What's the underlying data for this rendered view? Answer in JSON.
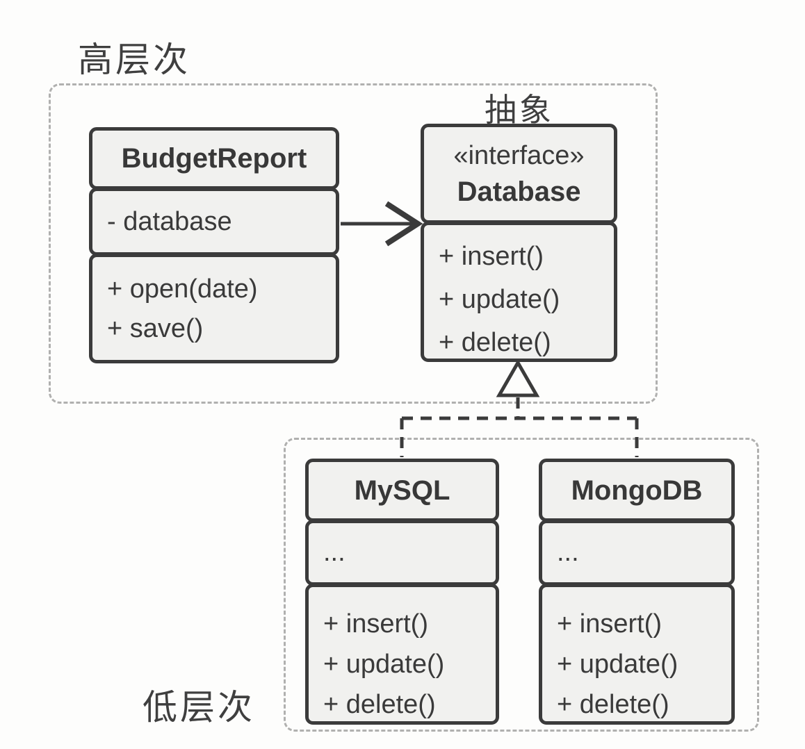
{
  "diagram": {
    "kind": "uml-class-diagram",
    "labels": {
      "high_level": "高层次",
      "abstraction": "抽象",
      "low_level": "低层次"
    },
    "classes": {
      "budget_report": {
        "name": "BudgetReport",
        "fields": [
          "- database"
        ],
        "methods": [
          "+ open(date)",
          "+ save()"
        ]
      },
      "database": {
        "stereotype": "«interface»",
        "name": "Database",
        "methods": [
          "+ insert()",
          "+ update()",
          "+ delete()"
        ]
      },
      "mysql": {
        "name": "MySQL",
        "fields": [
          "..."
        ],
        "methods": [
          "+ insert()",
          "+ update()",
          "+ delete()"
        ]
      },
      "mongodb": {
        "name": "MongoDB",
        "fields": [
          "..."
        ],
        "methods": [
          "+ insert()",
          "+ update()",
          "+ delete()"
        ]
      }
    },
    "relations": [
      {
        "type": "association",
        "from": "BudgetReport",
        "to": "Database"
      },
      {
        "type": "realization",
        "from": "MySQL",
        "to": "Database"
      },
      {
        "type": "realization",
        "from": "MongoDB",
        "to": "Database"
      }
    ],
    "colors": {
      "box_fill": "#f1f1ef",
      "box_border": "#3b3b3b",
      "text": "#3a3a3a",
      "zone_dash": "#b0b0af",
      "background": "#fdfdfc"
    }
  }
}
